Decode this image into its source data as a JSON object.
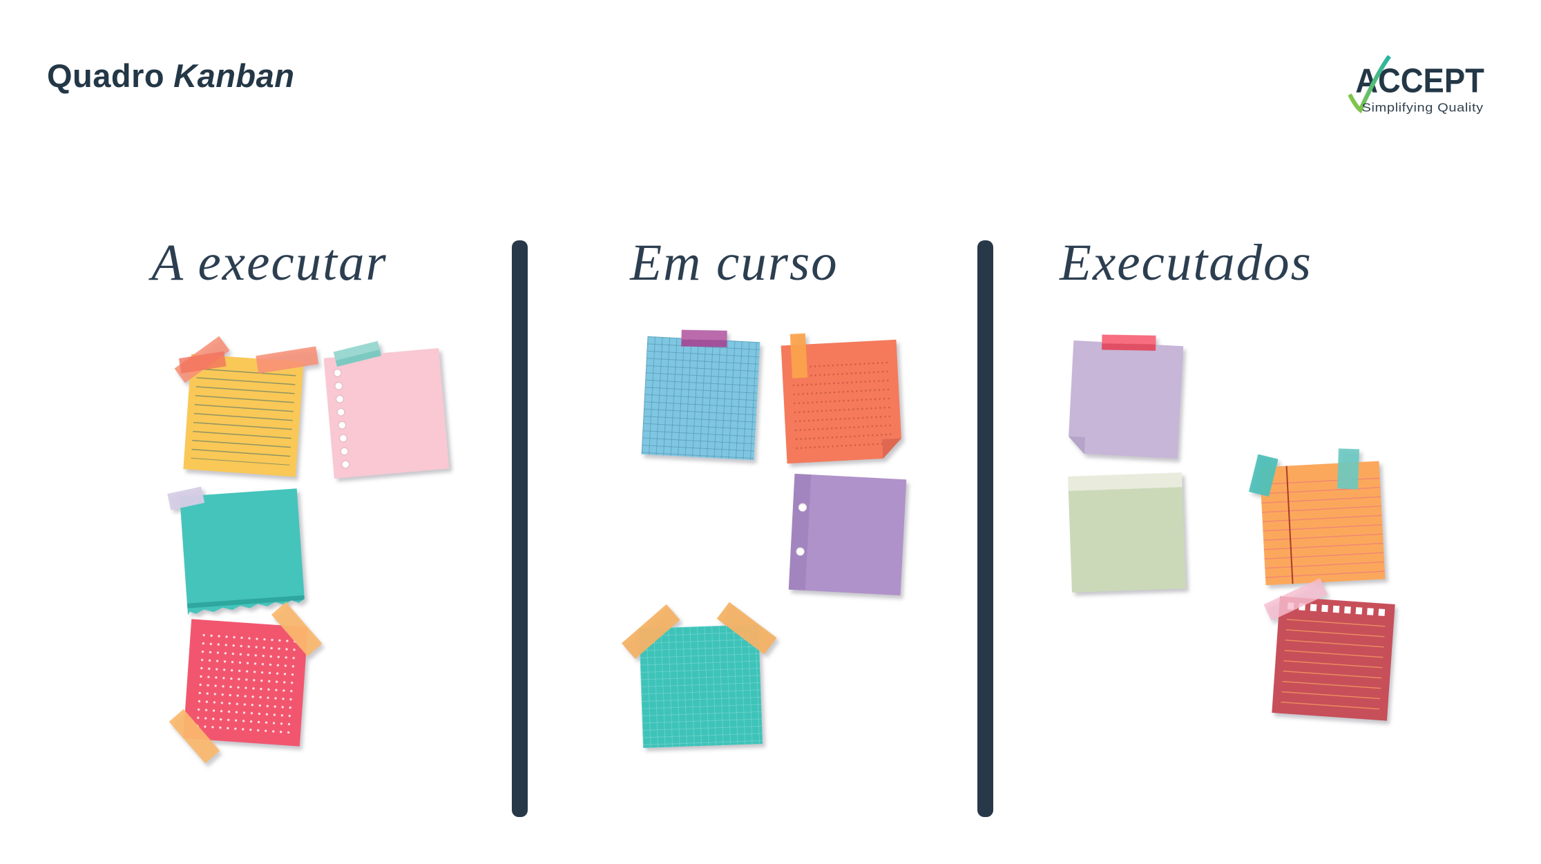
{
  "page": {
    "title_plain": "Quadro",
    "title_italic": "Kanban"
  },
  "logo": {
    "brand": "ACCEPT",
    "tagline": "Simplifying Quality"
  },
  "theme": {
    "background": "#FFFFFF",
    "title": "#233746",
    "header_text": "#2C3E50",
    "divider": "#273849",
    "logo_navy": "#233746",
    "logo_green": "#8CC63F",
    "logo_teal": "#26B3A9",
    "tagline_color": "#32424F"
  },
  "board": {
    "columns": [
      {
        "label": "A executar"
      },
      {
        "label": "Em curso"
      },
      {
        "label": "Executados"
      }
    ],
    "notes": [
      {
        "name": "yellow-lined-note",
        "column": "A executar",
        "pattern": "dashed ruled lines",
        "tapes": "salmon cross tapes top-left, salmon tape top-right",
        "colors": {
          "body": "#F9C857",
          "line": "rgba(55,105,105,0.55)",
          "tape": "rgba(247,143,118,0.88)",
          "tape2": "rgba(243,115,92,0.80)"
        }
      },
      {
        "name": "pink-punched-note",
        "column": "A executar",
        "pattern": "punched holes left edge",
        "tapes": "teal tape top-left",
        "colors": {
          "body": "#F9C8D3",
          "tape": "#9BD8D1",
          "tape2": "#7CC9C1"
        }
      },
      {
        "name": "teal-torn-note",
        "column": "A executar",
        "pattern": "torn bottom edge",
        "tapes": "lavender tape top-left",
        "colors": {
          "body": "#45C4BB",
          "strip": "#2EA79F",
          "tape": "rgba(214,205,229,0.95)"
        }
      },
      {
        "name": "rose-dotted-note",
        "column": "A executar",
        "pattern": "white dot grid",
        "tapes": "orange diagonal tapes top-right and bottom-left",
        "colors": {
          "body": "#F2566F",
          "dot": "rgba(255,255,255,0.85)",
          "tape": "rgba(251,185,110,0.92)"
        }
      },
      {
        "name": "blue-graph-note",
        "column": "Em curso",
        "pattern": "graph-paper grid",
        "tapes": "magenta tape top-center",
        "colors": {
          "body": "#7EC6E1",
          "line": "rgba(70,135,162,0.5)",
          "tape": "#BA6BAC",
          "tape2": "#A1509A"
        }
      },
      {
        "name": "coral-dotted-lines-note",
        "column": "Em curso",
        "pattern": "dotted ruled lines, folded bottom-right corner",
        "tapes": "orange vertical tape top-left",
        "colors": {
          "body": "#F47A5B",
          "dot": "rgba(165,55,40,0.45)",
          "fold": "#DE6950",
          "tape": "rgba(251,163,78,0.95)"
        }
      },
      {
        "name": "purple-margin-note",
        "column": "Em curso",
        "pattern": "left margin strip with two punch holes",
        "tapes": "none",
        "colors": {
          "body": "#B092CA",
          "strip": "#A285BE"
        }
      },
      {
        "name": "teal-graph-note",
        "column": "Em curso",
        "pattern": "light grid",
        "tapes": "orange diagonal tapes both top corners",
        "colors": {
          "body": "#3EC3B9",
          "line": "rgba(255,255,255,0.2)",
          "tape": "rgba(244,178,102,0.95)"
        }
      },
      {
        "name": "lavender-note",
        "column": "Executados",
        "pattern": "folded bottom-left corner",
        "tapes": "pink-red tape top-center",
        "colors": {
          "body": "#C7B6D7",
          "fold": "#B5A3C9",
          "tape": "#F66E7F",
          "tape2": "#E04F63"
        }
      },
      {
        "name": "green-note",
        "column": "Executados",
        "pattern": "light strip across top",
        "tapes": "none",
        "colors": {
          "body": "#CBD9B9",
          "strip": "#E9ECDC"
        }
      },
      {
        "name": "orange-ruled-note",
        "column": "Executados",
        "pattern": "pink ruled lines with red margin line",
        "tapes": "teal tapes at top-left and top-right",
        "colors": {
          "body": "#FBA85C",
          "line": "rgba(236,112,130,0.6)",
          "strip": "rgba(155,40,32,0.85)",
          "tape": "rgba(79,192,184,0.95)",
          "tape2": "rgba(105,201,193,0.9)"
        }
      },
      {
        "name": "red-lined-note",
        "column": "Executados",
        "pattern": "orange ruled lines, torn spiral holes along top",
        "tapes": "pink diagonal tape top-left",
        "colors": {
          "body": "#C74F59",
          "line": "rgba(242,153,95,0.8)",
          "tape": "rgba(247,189,207,0.82)"
        }
      }
    ]
  }
}
